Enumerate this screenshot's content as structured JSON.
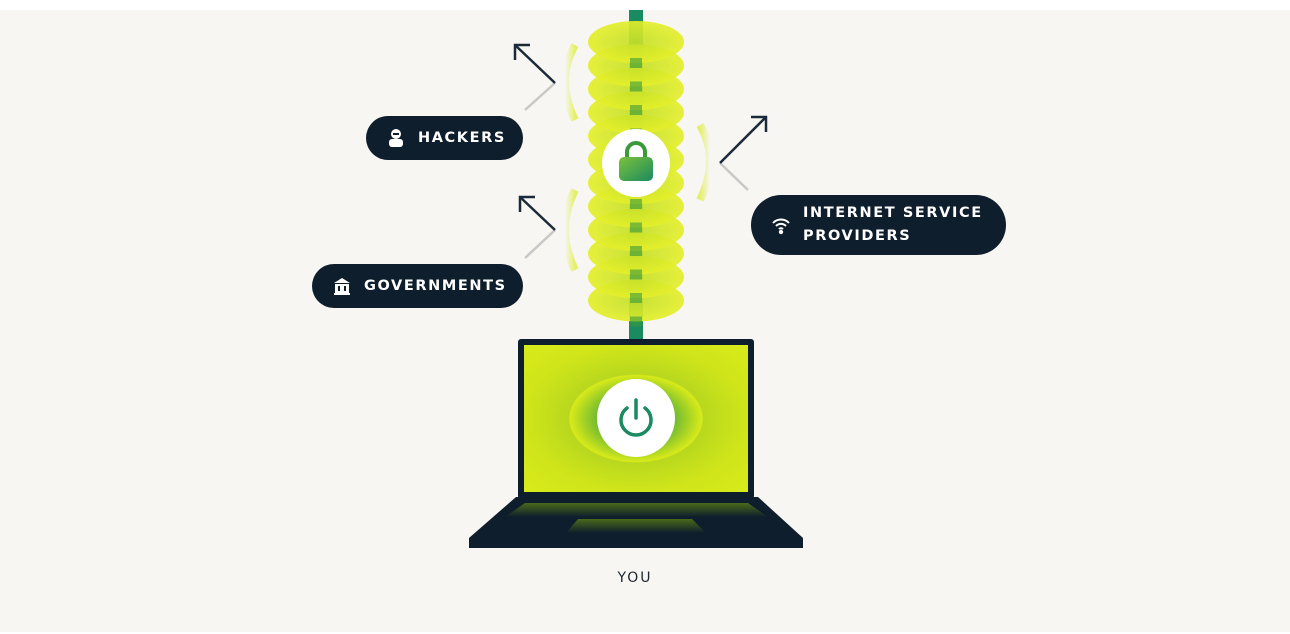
{
  "threats": {
    "hackers": "HACKERS",
    "governments": "GOVERNMENTS",
    "isp_line1": "INTERNET SERVICE",
    "isp_line2": "PROVIDERS"
  },
  "device_label": "YOU",
  "colors": {
    "background": "#f7f6f2",
    "navy": "#0f1e2c",
    "lime": "#d8ea1a",
    "green": "#1a8a60"
  }
}
